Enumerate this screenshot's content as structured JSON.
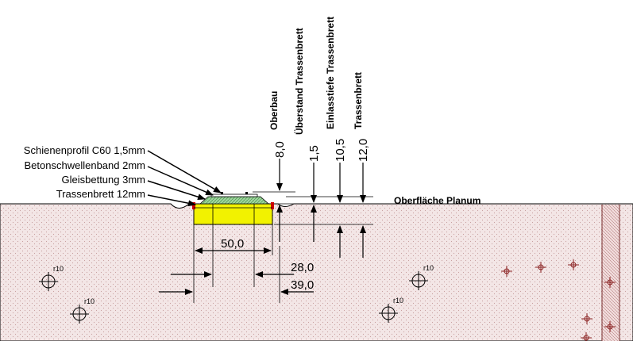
{
  "labels": {
    "rail_profile": "Schienenprofil C60 1,5mm",
    "concrete_sleeper_band": "Betonschwellenband 2mm",
    "track_bed": "Gleisbettung 3mm",
    "route_board": "Trassenbrett 12mm",
    "surface_subgrade": "Oberfläche Planum"
  },
  "vertical_dimensions": [
    {
      "value": "8,0",
      "label": "Oberbau"
    },
    {
      "value": "1,5",
      "label": "Überstand Trassenbrett"
    },
    {
      "value": "10,5",
      "label": "Einlasstiefe Trassenbrett"
    },
    {
      "value": "12,0",
      "label": "Trassenbrett"
    }
  ],
  "horizontal_dimensions": [
    {
      "value": "50,0"
    },
    {
      "value": "28,0"
    },
    {
      "value": "39,0"
    }
  ],
  "hole_label": "r10",
  "colors": {
    "ground_fill": "#f3e6e6",
    "ground_dots": "#c8a0a0",
    "route_board": "#f2f200",
    "track_bed": "#9ed49e",
    "route_board_edge": "#cc0000",
    "line": "#000000"
  }
}
